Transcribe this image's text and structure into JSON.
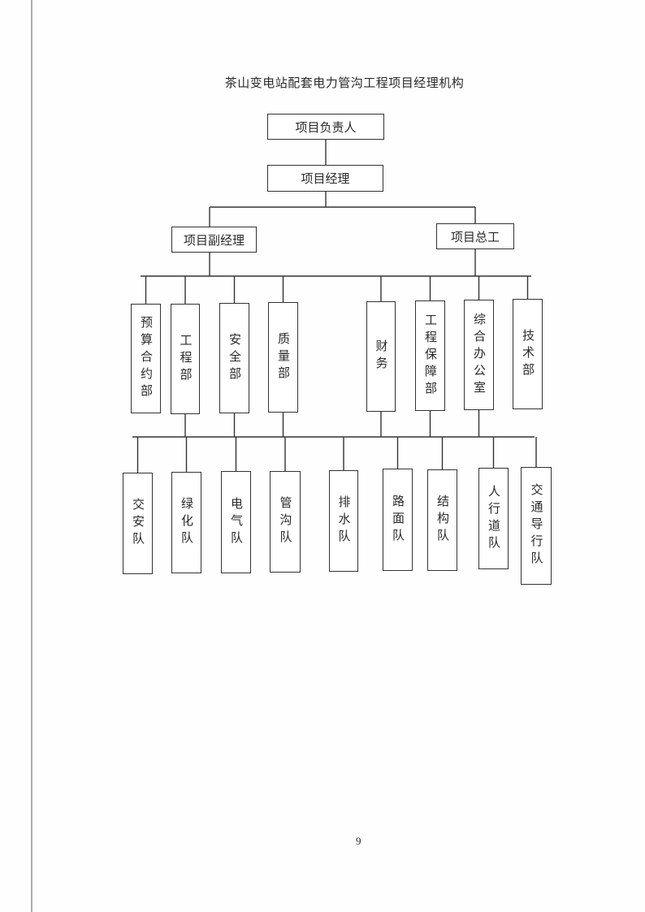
{
  "title": "茶山变电站配套电力管沟工程项目经理机构",
  "nodes": {
    "head": "项目负责人",
    "manager": "项目经理",
    "deputy_manager": "项目副经理",
    "chief_engineer": "项目总工"
  },
  "departments": [
    "预算合约部",
    "工程部",
    "安全部",
    "质量部",
    "财务",
    "工程保障部",
    "综合办公室",
    "技术部"
  ],
  "teams": [
    "交安队",
    "绿化队",
    "电气队",
    "管沟队",
    "排水队",
    "路面队",
    "结构队",
    "人行道队",
    "交通导行队"
  ],
  "page_number": "9"
}
